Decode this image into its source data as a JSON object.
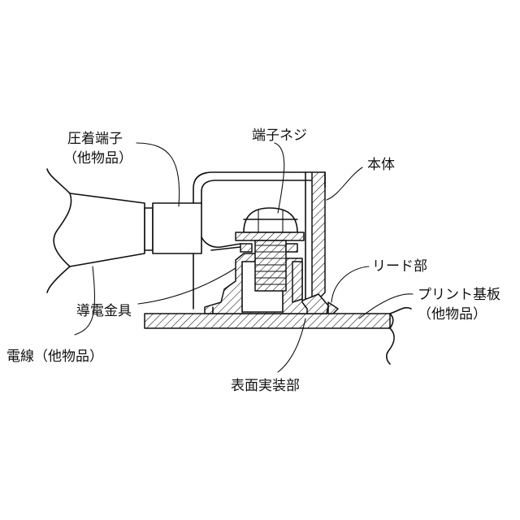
{
  "labels": {
    "crimp_terminal": "圧着端子",
    "crimp_terminal_note": "（他物品）",
    "terminal_screw": "端子ネジ",
    "body": "本体",
    "lead_part": "リード部",
    "printed_board": "プリント基板",
    "printed_board_note": "（他物品）",
    "conductive_fitting": "導電金具",
    "wire": "電線（他物品）",
    "surface_mount_part": "表面実装部"
  },
  "colors": {
    "line": "#111111",
    "background": "#ffffff"
  }
}
